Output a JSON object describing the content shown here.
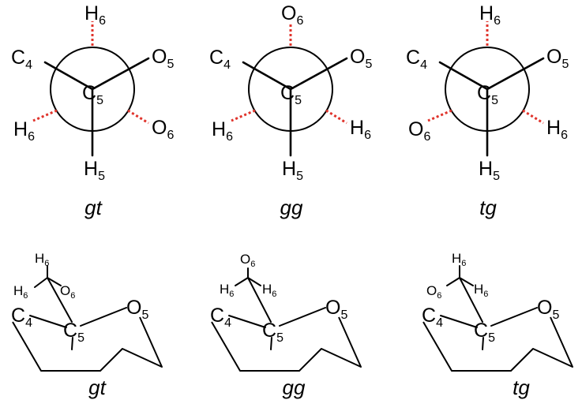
{
  "colors": {
    "hashed_bond": "#e0332b",
    "ink": "#000000"
  },
  "newman": [
    {
      "caption": "gt",
      "top": {
        "el": "H",
        "sub": "6"
      },
      "left": {
        "el": "C",
        "sub": "4"
      },
      "right": {
        "el": "O",
        "sub": "5"
      },
      "center": {
        "el": "C",
        "sub": "5"
      },
      "bottom_left": {
        "el": "H",
        "sub": "6"
      },
      "bottom_right": {
        "el": "O",
        "sub": "6"
      },
      "bottom": {
        "el": "H",
        "sub": "5"
      }
    },
    {
      "caption": "gg",
      "top": {
        "el": "O",
        "sub": "6"
      },
      "left": {
        "el": "C",
        "sub": "4"
      },
      "right": {
        "el": "O",
        "sub": "5"
      },
      "center": {
        "el": "C",
        "sub": "5"
      },
      "bottom_left": {
        "el": "H",
        "sub": "6"
      },
      "bottom_right": {
        "el": "H",
        "sub": "6"
      },
      "bottom": {
        "el": "H",
        "sub": "5"
      }
    },
    {
      "caption": "tg",
      "top": {
        "el": "H",
        "sub": "6"
      },
      "left": {
        "el": "C",
        "sub": "4"
      },
      "right": {
        "el": "O",
        "sub": "5"
      },
      "center": {
        "el": "C",
        "sub": "5"
      },
      "bottom_left": {
        "el": "O",
        "sub": "6"
      },
      "bottom_right": {
        "el": "H",
        "sub": "6"
      },
      "bottom": {
        "el": "H",
        "sub": "5"
      }
    }
  ],
  "chairs": [
    {
      "caption": "gt",
      "ring_c": {
        "el": "C",
        "sub": "4"
      },
      "ring_o": {
        "el": "O",
        "sub": "5"
      },
      "center": {
        "el": "C",
        "sub": "5"
      },
      "sub_top": {
        "el": "H",
        "sub": "6"
      },
      "sub_left": {
        "el": "H",
        "sub": "6"
      },
      "sub_right": {
        "el": "O",
        "sub": "6"
      }
    },
    {
      "caption": "gg",
      "ring_c": {
        "el": "C",
        "sub": "4"
      },
      "ring_o": {
        "el": "O",
        "sub": "5"
      },
      "center": {
        "el": "C",
        "sub": "5"
      },
      "sub_top": {
        "el": "O",
        "sub": "6"
      },
      "sub_left": {
        "el": "H",
        "sub": "6"
      },
      "sub_right": {
        "el": "H",
        "sub": "6"
      }
    },
    {
      "caption": "tg",
      "ring_c": {
        "el": "C",
        "sub": "4"
      },
      "ring_o": {
        "el": "O",
        "sub": "5"
      },
      "center": {
        "el": "C",
        "sub": "5"
      },
      "sub_top": {
        "el": "H",
        "sub": "6"
      },
      "sub_left": {
        "el": "O",
        "sub": "6"
      },
      "sub_right": {
        "el": "H",
        "sub": "6"
      }
    }
  ]
}
